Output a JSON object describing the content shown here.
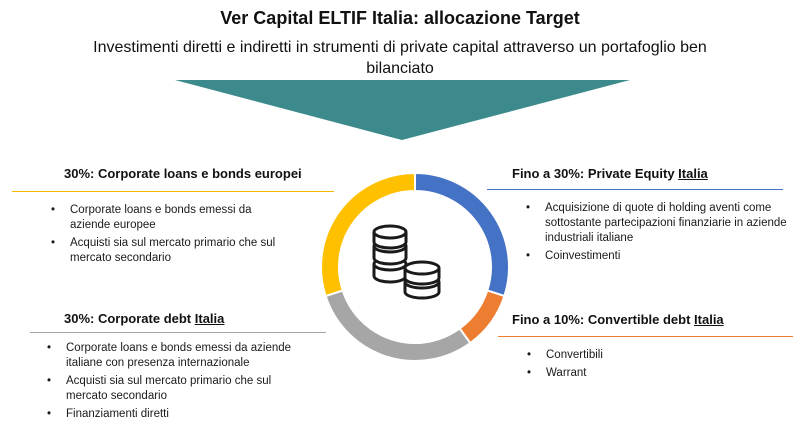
{
  "header": {
    "title": "Ver Capital ELTIF Italia: allocazione Target",
    "subtitle": "Investimenti diretti e indiretti in strumenti di private capital attraverso un portafoglio ben bilanciato"
  },
  "colors": {
    "arrow": "#3d8a8c",
    "rule_left": "#f5b800",
    "rule_right": "#4472c4",
    "rule_bottom_left": "#a6a6a6",
    "rule_bottom_right": "#ed7d31"
  },
  "center_icon": "coins-stack-icon",
  "sections": {
    "corporate_loans": {
      "title_prefix": "30%: Corporate loans e bonds europei",
      "title_underlined": "",
      "bullets": [
        "Corporate loans e bonds emessi da aziende europee",
        "Acquisti sia sul mercato primario che sul mercato secondario"
      ]
    },
    "private_equity": {
      "title_prefix": "Fino a 30%: Private Equity ",
      "title_underlined": "Italia",
      "bullets": [
        "Acquisizione di quote di holding aventi come sottostante partecipazioni finanziarie in aziende industriali italiane",
        "Coinvestimenti"
      ]
    },
    "corporate_debt": {
      "title_prefix": "30%: Corporate debt ",
      "title_underlined": "Italia",
      "bullets": [
        "Corporate loans e bonds emessi da aziende italiane con presenza internazionale",
        "Acquisti sia sul mercato primario che sul mercato secondario",
        "Finanziamenti diretti"
      ]
    },
    "convertible_debt": {
      "title_prefix": "Fino a 10%: Convertible debt ",
      "title_underlined": "Italia",
      "bullets": [
        "Convertibili",
        "Warrant"
      ]
    }
  },
  "chart_data": {
    "type": "pie",
    "donut": true,
    "title": "",
    "categories": [
      "Private Equity Italia",
      "Convertible debt Italia",
      "Corporate debt Italia",
      "Corporate loans e bonds europei"
    ],
    "values": [
      30,
      10,
      30,
      30
    ],
    "colors": [
      "#4472c4",
      "#ed7d31",
      "#a6a6a6",
      "#ffc000"
    ],
    "start_angle_deg": 0,
    "direction": "clockwise"
  }
}
